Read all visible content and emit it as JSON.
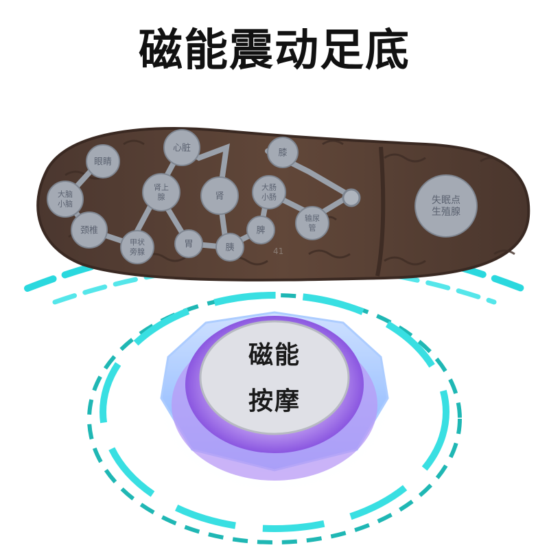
{
  "title": "磁能震动足底",
  "sole_points": [
    {
      "text": "大脑\n小脑"
    },
    {
      "text": "眼睛"
    },
    {
      "text": "颈椎"
    },
    {
      "text": "甲状\n旁腺"
    },
    {
      "text": "肾上\n腺"
    },
    {
      "text": "心脏"
    },
    {
      "text": "胃"
    },
    {
      "text": "胰"
    },
    {
      "text": "肾"
    },
    {
      "text": "大肠\n小肠"
    },
    {
      "text": "膝"
    },
    {
      "text": "脾"
    },
    {
      "text": "输尿\n管"
    },
    {
      "text": "失眠点\n生殖腺"
    }
  ],
  "sole_size": "41",
  "puck": {
    "line1": "磁能",
    "line2": "按摩"
  },
  "colors": {
    "sole": "#5a4238",
    "node": "#a4aab4",
    "ring": "#1ed6dc",
    "puck": "#a06ce6"
  }
}
